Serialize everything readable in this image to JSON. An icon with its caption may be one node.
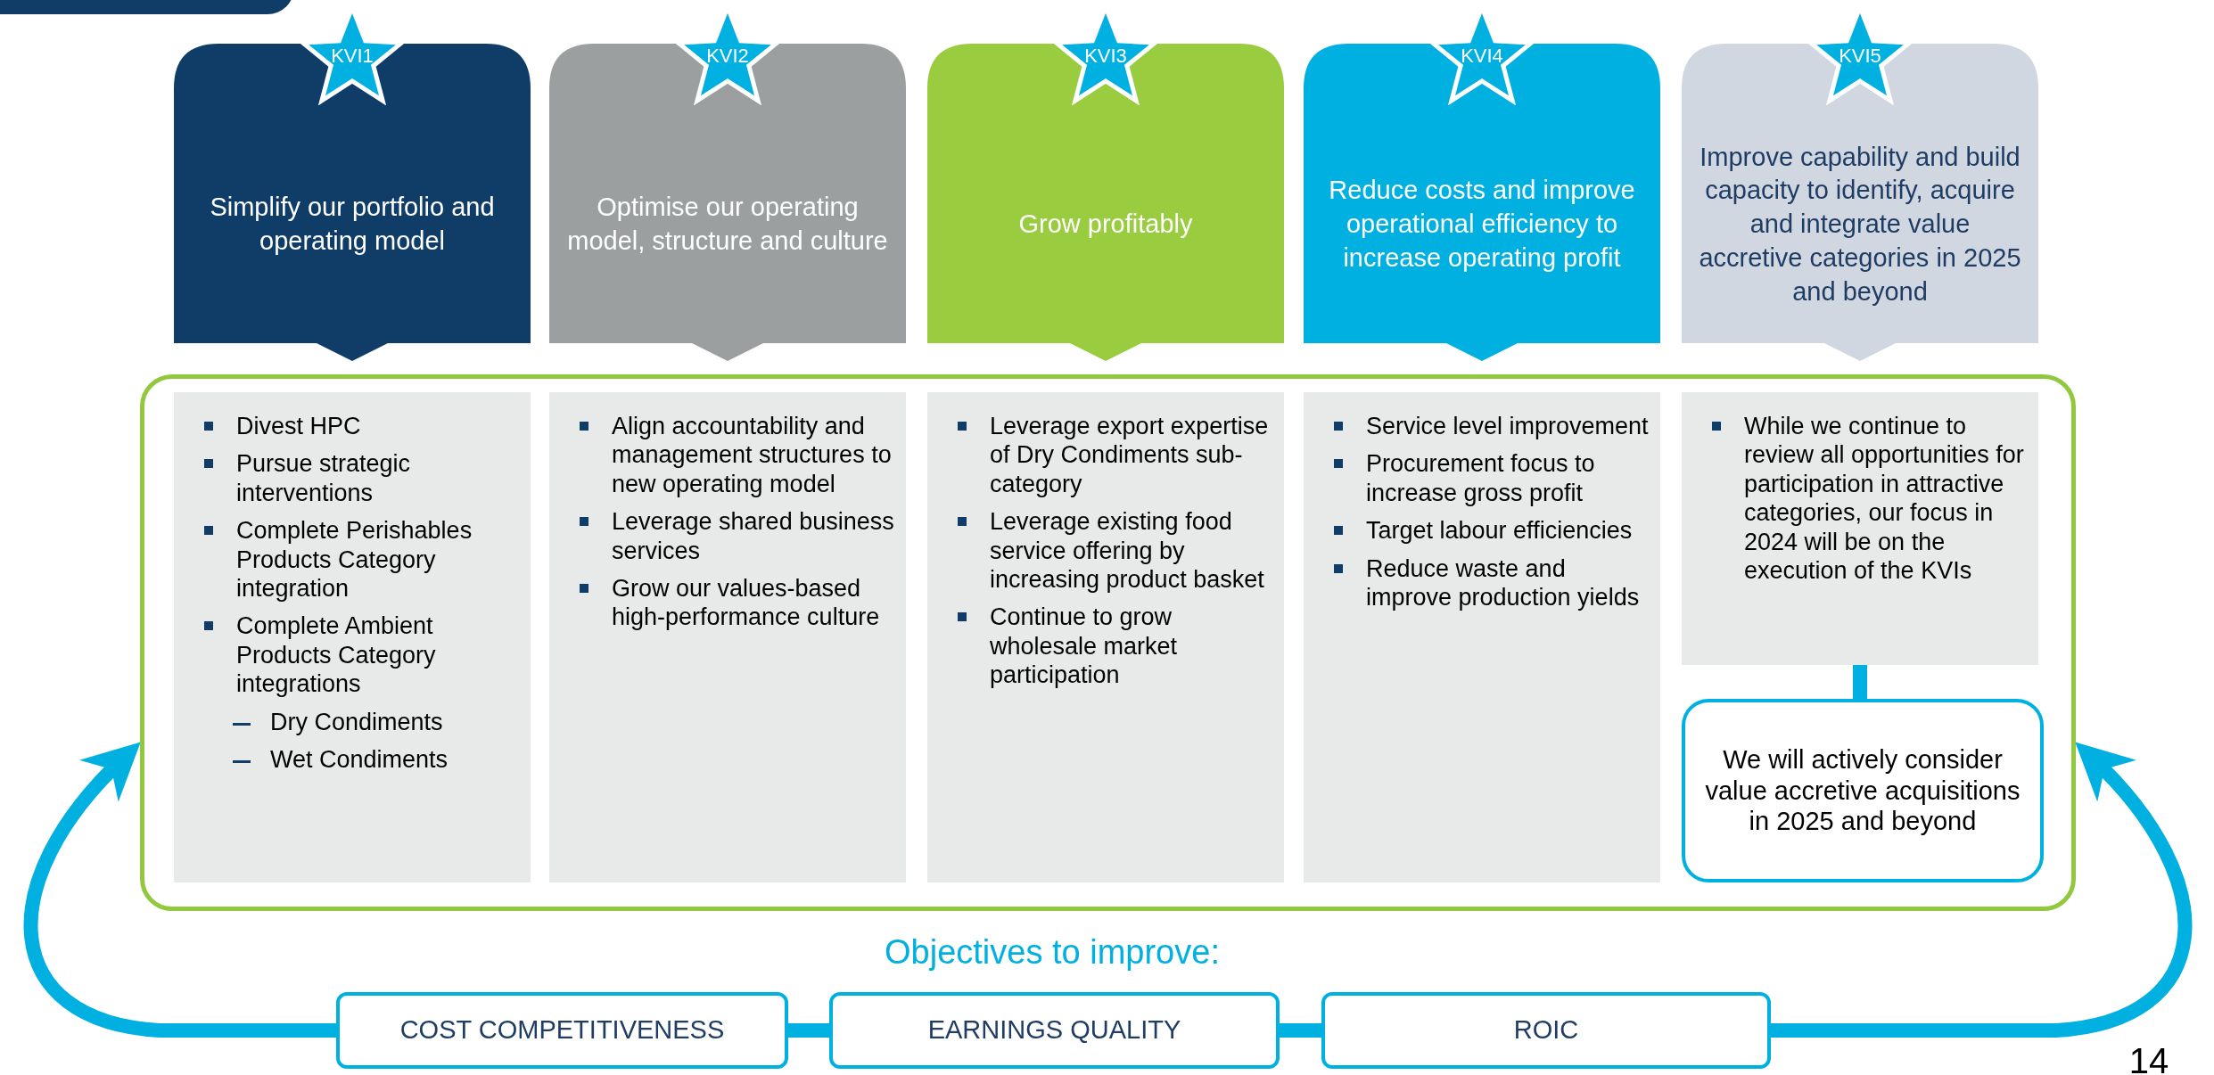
{
  "diagram": {
    "nodes": [
      {
        "text": [
          "KVI1"
        ]
      },
      {
        "text": [
          "Simplify our portfolio and operating model"
        ]
      },
      {
        "text": [
          "KVI2"
        ]
      },
      {
        "text": [
          "Optimise our operating model, structure and culture"
        ]
      },
      {
        "text": [
          "KVI3"
        ]
      },
      {
        "text": [
          "Grow profitably"
        ]
      },
      {
        "text": [
          "KVI4"
        ]
      },
      {
        "text": [
          "Reduce costs and improve operational efficiency to increase operating profit"
        ]
      },
      {
        "text": [
          "KVI5"
        ]
      },
      {
        "text": [
          "Improve capability and build capacity to identify, acquire and integrate value accretive categories in 2025 and beyond"
        ]
      },
      {
        "text": [],
        "shape": "box"
      },
      {
        "text": [
          "Divest HPC",
          "Pursue strategic interventions",
          "Complete Perishables Products Category integration",
          "Complete Ambient Products Category integrations",
          "Dry Condiments",
          "Wet Condiments"
        ],
        "in": 10
      },
      {
        "text": [
          "Align accountability and management structures to new operating model",
          "Leverage shared business services",
          "Grow our values-based high-performance culture"
        ],
        "in": 10
      },
      {
        "text": [
          "Leverage export expertise of Dry Condiments sub-category",
          "Leverage existing food service offering by increasing product basket",
          "Continue to grow wholesale market participation"
        ],
        "in": 10
      },
      {
        "text": [
          "Service level improvement",
          "Procurement focus to increase gross profit",
          "Target labour efficiencies",
          "Reduce waste and improve production yields"
        ],
        "in": 10
      },
      {
        "text": [
          "While we continue to review all opportunities for participation in attractive categories, our focus in 2024 will be on the execution of the KVIs"
        ],
        "in": 10
      },
      {
        "text": [
          "We will actively consider value accretive acquisitions in 2025 and beyond"
        ],
        "in": 10
      },
      {
        "text": [
          "COST COMPETITIVENESS"
        ]
      },
      {
        "text": [
          "EARNINGS QUALITY"
        ]
      },
      {
        "text": [
          "ROIC"
        ]
      }
    ],
    "edges": [
      {
        "from": 15,
        "to": 16,
        "arrow": "none"
      },
      {
        "from": 17,
        "to": 18,
        "arrow": "none"
      },
      {
        "from": 18,
        "to": 19,
        "arrow": "none"
      },
      {
        "from": 17,
        "to": 10,
        "arrow": "to"
      },
      {
        "from": 19,
        "to": 10,
        "arrow": "to"
      }
    ],
    "labels": [
      "Objectives to improve:",
      "14"
    ]
  }
}
